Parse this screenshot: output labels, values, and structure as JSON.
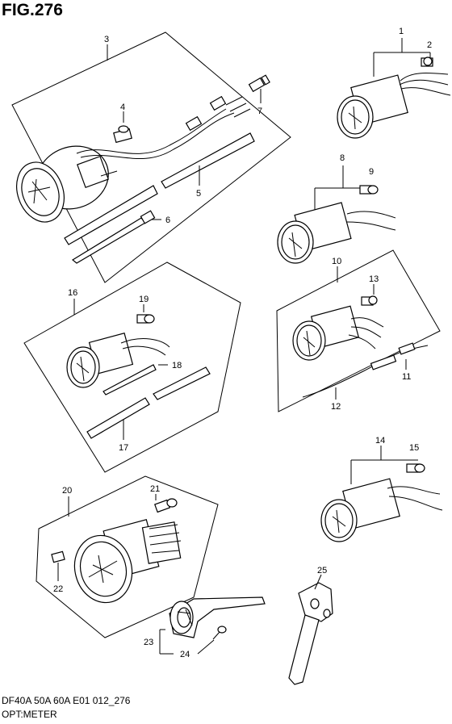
{
  "figure": {
    "title": "FIG.276",
    "model_code": "DF40A 50A 60A E01 012_276",
    "section_name": "OPT:METER"
  },
  "callouts": {
    "c1": "1",
    "c2": "2",
    "c3": "3",
    "c4": "4",
    "c5": "5",
    "c6": "6",
    "c7": "7",
    "c8": "8",
    "c9": "9",
    "c10": "10",
    "c11": "11",
    "c12": "12",
    "c13": "13",
    "c14": "14",
    "c15": "15",
    "c16": "16",
    "c17": "17",
    "c18": "18",
    "c19": "19",
    "c20": "20",
    "c21": "21",
    "c22": "22",
    "c23": "23",
    "c24": "24",
    "c25": "25"
  }
}
